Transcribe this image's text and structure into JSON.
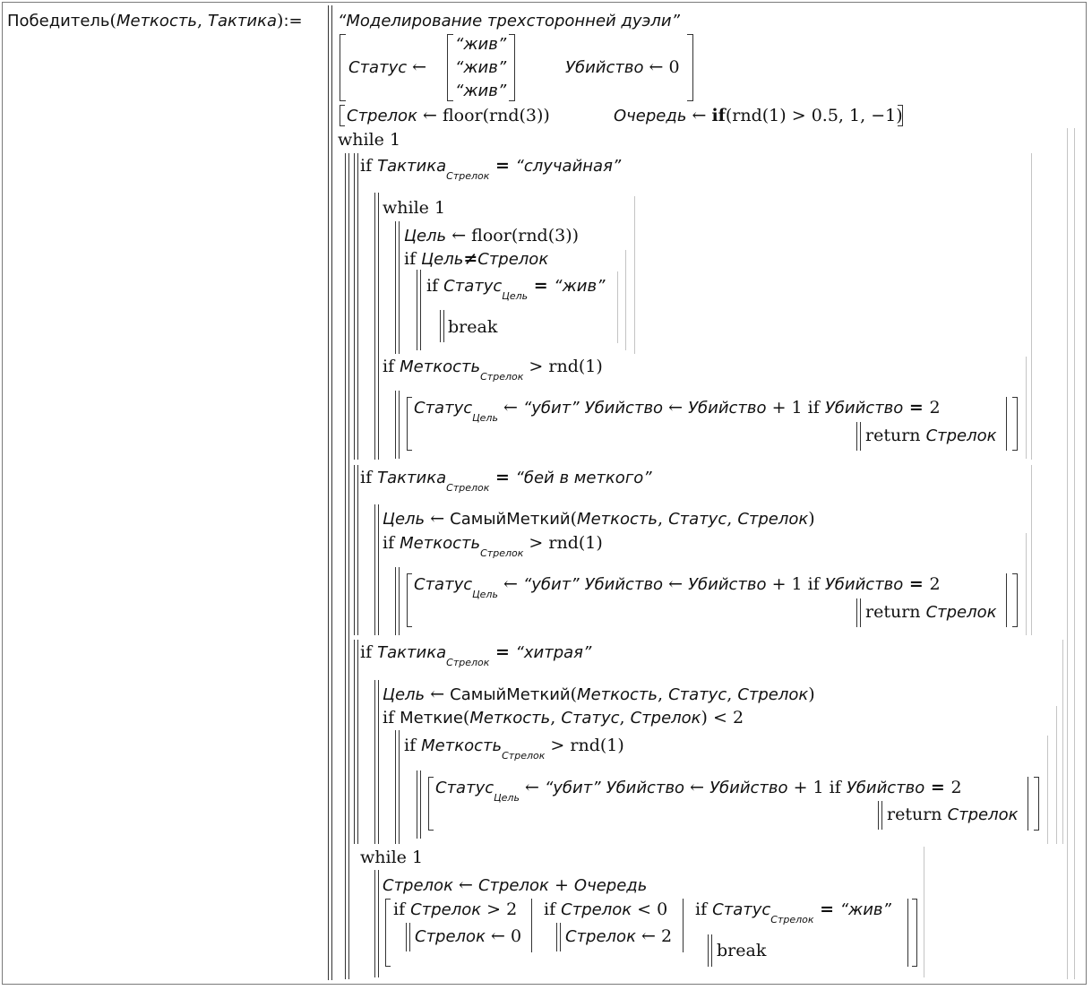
{
  "header": {
    "fn_name": "Победитель",
    "param1": "Меткость",
    "param2": "Тактика",
    "assign": ":="
  },
  "comment": "“Моделирование трехсторонней дуэли”",
  "init": {
    "status_var": "Статус",
    "status_values": [
      "“жив”",
      "“жив”",
      "“жив”"
    ],
    "kill_var": "Убийство",
    "kill_init": "0",
    "shooter_var": "Стрелок",
    "floor_fn": "floor",
    "rnd_fn": "rnd",
    "three": "3",
    "order_var": "Очередь",
    "if_kw": "if",
    "rnd_arg1": "1",
    "threshold": "0.5",
    "one": "1",
    "minus_one": "−1"
  },
  "keywords": {
    "while": "while",
    "if": "if",
    "break": "break",
    "return": "return",
    "one": "1",
    "arrow": "←"
  },
  "vars": {
    "tactic": "Тактика",
    "shooter": "Стрелок",
    "target": "Цель",
    "status": "Статус",
    "accuracy": "Меткость",
    "kill": "Убийство",
    "order": "Очередь"
  },
  "tactics": {
    "random": "“случайная”",
    "aim_best": "“бей в меткого”",
    "sly": "“хитрая”"
  },
  "strings": {
    "alive": "“жив”",
    "killed": "“убит”"
  },
  "functions": {
    "most_accurate": "СамыйМеткий",
    "accurate": "Меткие",
    "floor": "floor",
    "rnd": "rnd"
  },
  "numbers": {
    "zero": "0",
    "one": "1",
    "two": "2",
    "three": "3"
  }
}
